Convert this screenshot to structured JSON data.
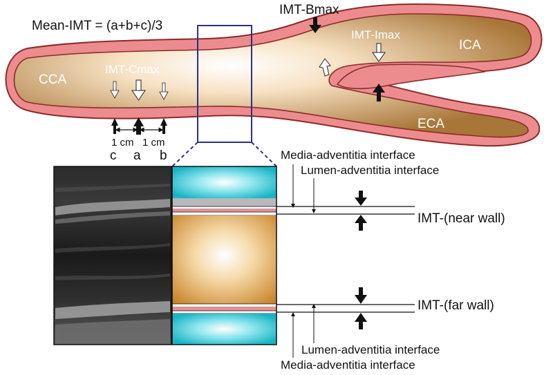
{
  "formula": "Mean-IMT = (a+b+c)/3",
  "segments": {
    "cca": "CCA",
    "ica": "ICA",
    "eca": "ECA"
  },
  "measures": {
    "bmax": "IMT-Bmax",
    "imax": "IMT-Imax",
    "cmax": "IMT-Cmax"
  },
  "points": {
    "c": "c",
    "a": "a",
    "b": "b",
    "spacing_left": "1 cm",
    "spacing_right": "1 cm"
  },
  "interfaces": {
    "top_media": "Media-adventitia interface",
    "top_lumen": "Lumen-adventitia interface",
    "bottom_lumen": "Lumen-adventitia interface",
    "bottom_media": "Media-adventitia interface"
  },
  "imt_labels": {
    "near": "IMT-(near wall)",
    "far": "IMT-(far wall)"
  },
  "colors": {
    "adventitia_red": "#e8888a",
    "vessel_outline": "#8b2a2a",
    "lumen_tan": "#b8864a",
    "lumen_light": "#fff8ef",
    "highlight_box": "#2a2f8a",
    "cyan": "#22c3d0"
  }
}
